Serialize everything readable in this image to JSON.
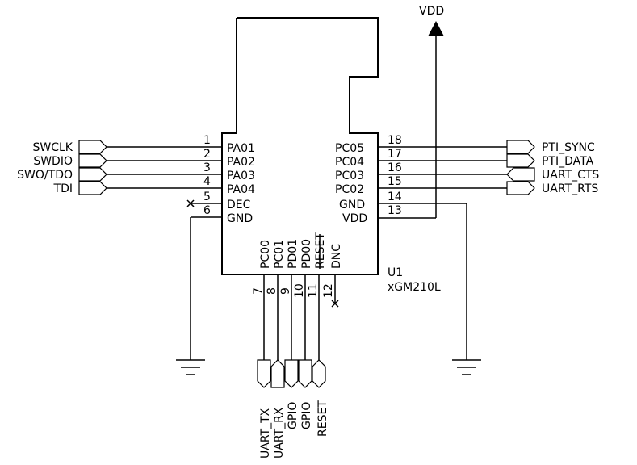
{
  "power": {
    "vdd_label": "VDD"
  },
  "component": {
    "ref": "U1",
    "part": "xGM210L"
  },
  "left_pins": [
    {
      "num": "1",
      "name": "PA01",
      "net": "SWCLK"
    },
    {
      "num": "2",
      "name": "PA02",
      "net": "SWDIO"
    },
    {
      "num": "3",
      "name": "PA03",
      "net": "SWO/TDO"
    },
    {
      "num": "4",
      "name": "PA04",
      "net": "TDI"
    },
    {
      "num": "5",
      "name": "DEC",
      "net": ""
    },
    {
      "num": "6",
      "name": "GND",
      "net": ""
    }
  ],
  "right_pins": [
    {
      "num": "18",
      "name": "PC05",
      "net": "PTI_SYNC"
    },
    {
      "num": "17",
      "name": "PC04",
      "net": "PTI_DATA"
    },
    {
      "num": "16",
      "name": "PC03",
      "net": "UART_CTS"
    },
    {
      "num": "15",
      "name": "PC02",
      "net": "UART_RTS"
    },
    {
      "num": "14",
      "name": "GND",
      "net": ""
    },
    {
      "num": "13",
      "name": "VDD",
      "net": ""
    }
  ],
  "bottom_pins": [
    {
      "num": "7",
      "name": "PC00",
      "net": "UART_TX"
    },
    {
      "num": "8",
      "name": "PC01",
      "net": "UART_RX"
    },
    {
      "num": "9",
      "name": "PD01",
      "net": "GPIO"
    },
    {
      "num": "10",
      "name": "PD00",
      "net": "GPIO"
    },
    {
      "num": "11",
      "name": "RESET",
      "net": "RESET"
    },
    {
      "num": "12",
      "name": "DNC",
      "net": ""
    }
  ]
}
